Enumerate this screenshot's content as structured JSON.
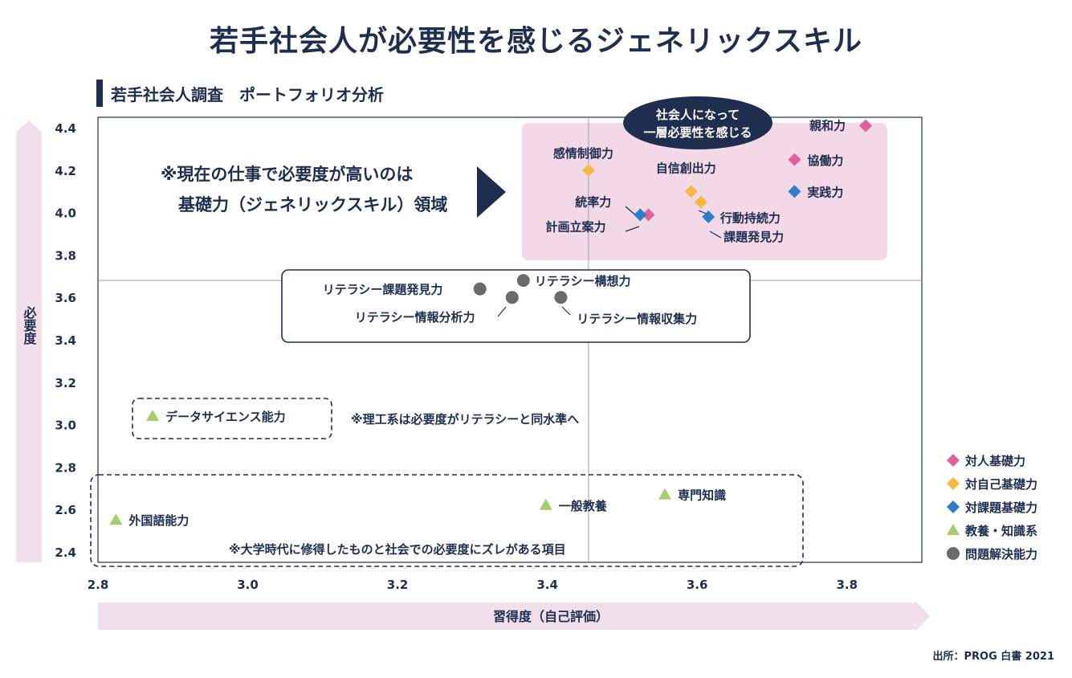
{
  "title": "若手社会人が必要性を感じるジェネリックスキル",
  "subtitle": "若手社会人調査　ポートフォリオ分析",
  "source": "出所：PROG 白書 2021",
  "chart_data": {
    "type": "scatter",
    "xlabel": "習得度（自己評価）",
    "ylabel": "必要度",
    "xlim": [
      2.8,
      3.9
    ],
    "ylim": [
      2.35,
      4.45
    ],
    "x_ticks": [
      "2.8",
      "3.0",
      "3.2",
      "3.4",
      "3.6",
      "3.8"
    ],
    "y_ticks": [
      "2.4",
      "2.6",
      "2.8",
      "3.0",
      "3.2",
      "3.4",
      "3.6",
      "3.8",
      "4.0",
      "4.2",
      "4.4"
    ],
    "reference_lines": {
      "x": 3.455,
      "y": 3.68
    },
    "legend_position": "right",
    "series": [
      {
        "name": "対人基礎力",
        "color": "#e0609a",
        "marker": "diamond",
        "points": [
          {
            "label": "親和力",
            "x": 3.825,
            "y": 4.41
          },
          {
            "label": "協働力",
            "x": 3.73,
            "y": 4.25
          },
          {
            "label": "計画立案力",
            "x": 3.535,
            "y": 3.99
          }
        ]
      },
      {
        "name": "対自己基礎力",
        "color": "#f5b945",
        "marker": "diamond",
        "points": [
          {
            "label": "感情制御力",
            "x": 3.455,
            "y": 4.2
          },
          {
            "label": "自信創出力",
            "x": 3.592,
            "y": 4.1
          },
          {
            "label": "行動持続力",
            "x": 3.605,
            "y": 4.05
          }
        ]
      },
      {
        "name": "対課題基礎力",
        "color": "#2e7dcb",
        "marker": "diamond",
        "points": [
          {
            "label": "実践力",
            "x": 3.73,
            "y": 4.1
          },
          {
            "label": "統率力",
            "x": 3.524,
            "y": 3.99
          },
          {
            "label": "課題発見力",
            "x": 3.615,
            "y": 3.98
          }
        ]
      },
      {
        "name": "教養・知識系",
        "color": "#a9cc6a",
        "marker": "triangle",
        "points": [
          {
            "label": "データサイエンス能力",
            "x": 2.873,
            "y": 3.04
          },
          {
            "label": "外国語能力",
            "x": 2.824,
            "y": 2.55
          },
          {
            "label": "一般教養",
            "x": 3.398,
            "y": 2.62
          },
          {
            "label": "専門知識",
            "x": 3.557,
            "y": 2.67
          }
        ]
      },
      {
        "name": "問題解決能力",
        "color": "#6b6b6b",
        "marker": "circle",
        "points": [
          {
            "label": "リテラシー課題発見力",
            "x": 3.31,
            "y": 3.64
          },
          {
            "label": "リテラシー構想力",
            "x": 3.368,
            "y": 3.68
          },
          {
            "label": "リテラシー情報分析力",
            "x": 3.353,
            "y": 3.6
          },
          {
            "label": "リテラシー情報収集力",
            "x": 3.418,
            "y": 3.6
          }
        ]
      }
    ],
    "annotations": {
      "bubble": [
        "社会人になって",
        "一層必要性を感じる"
      ],
      "note_main": [
        "※現在の仕事で必要度が高いのは",
        "基礎力（ジェネリックスキル）領域"
      ],
      "note_science": "※理工系は必要度がリテラシーと同水準へ",
      "note_gap": "※大学時代に修得したものと社会での必要度にズレがある項目"
    }
  }
}
